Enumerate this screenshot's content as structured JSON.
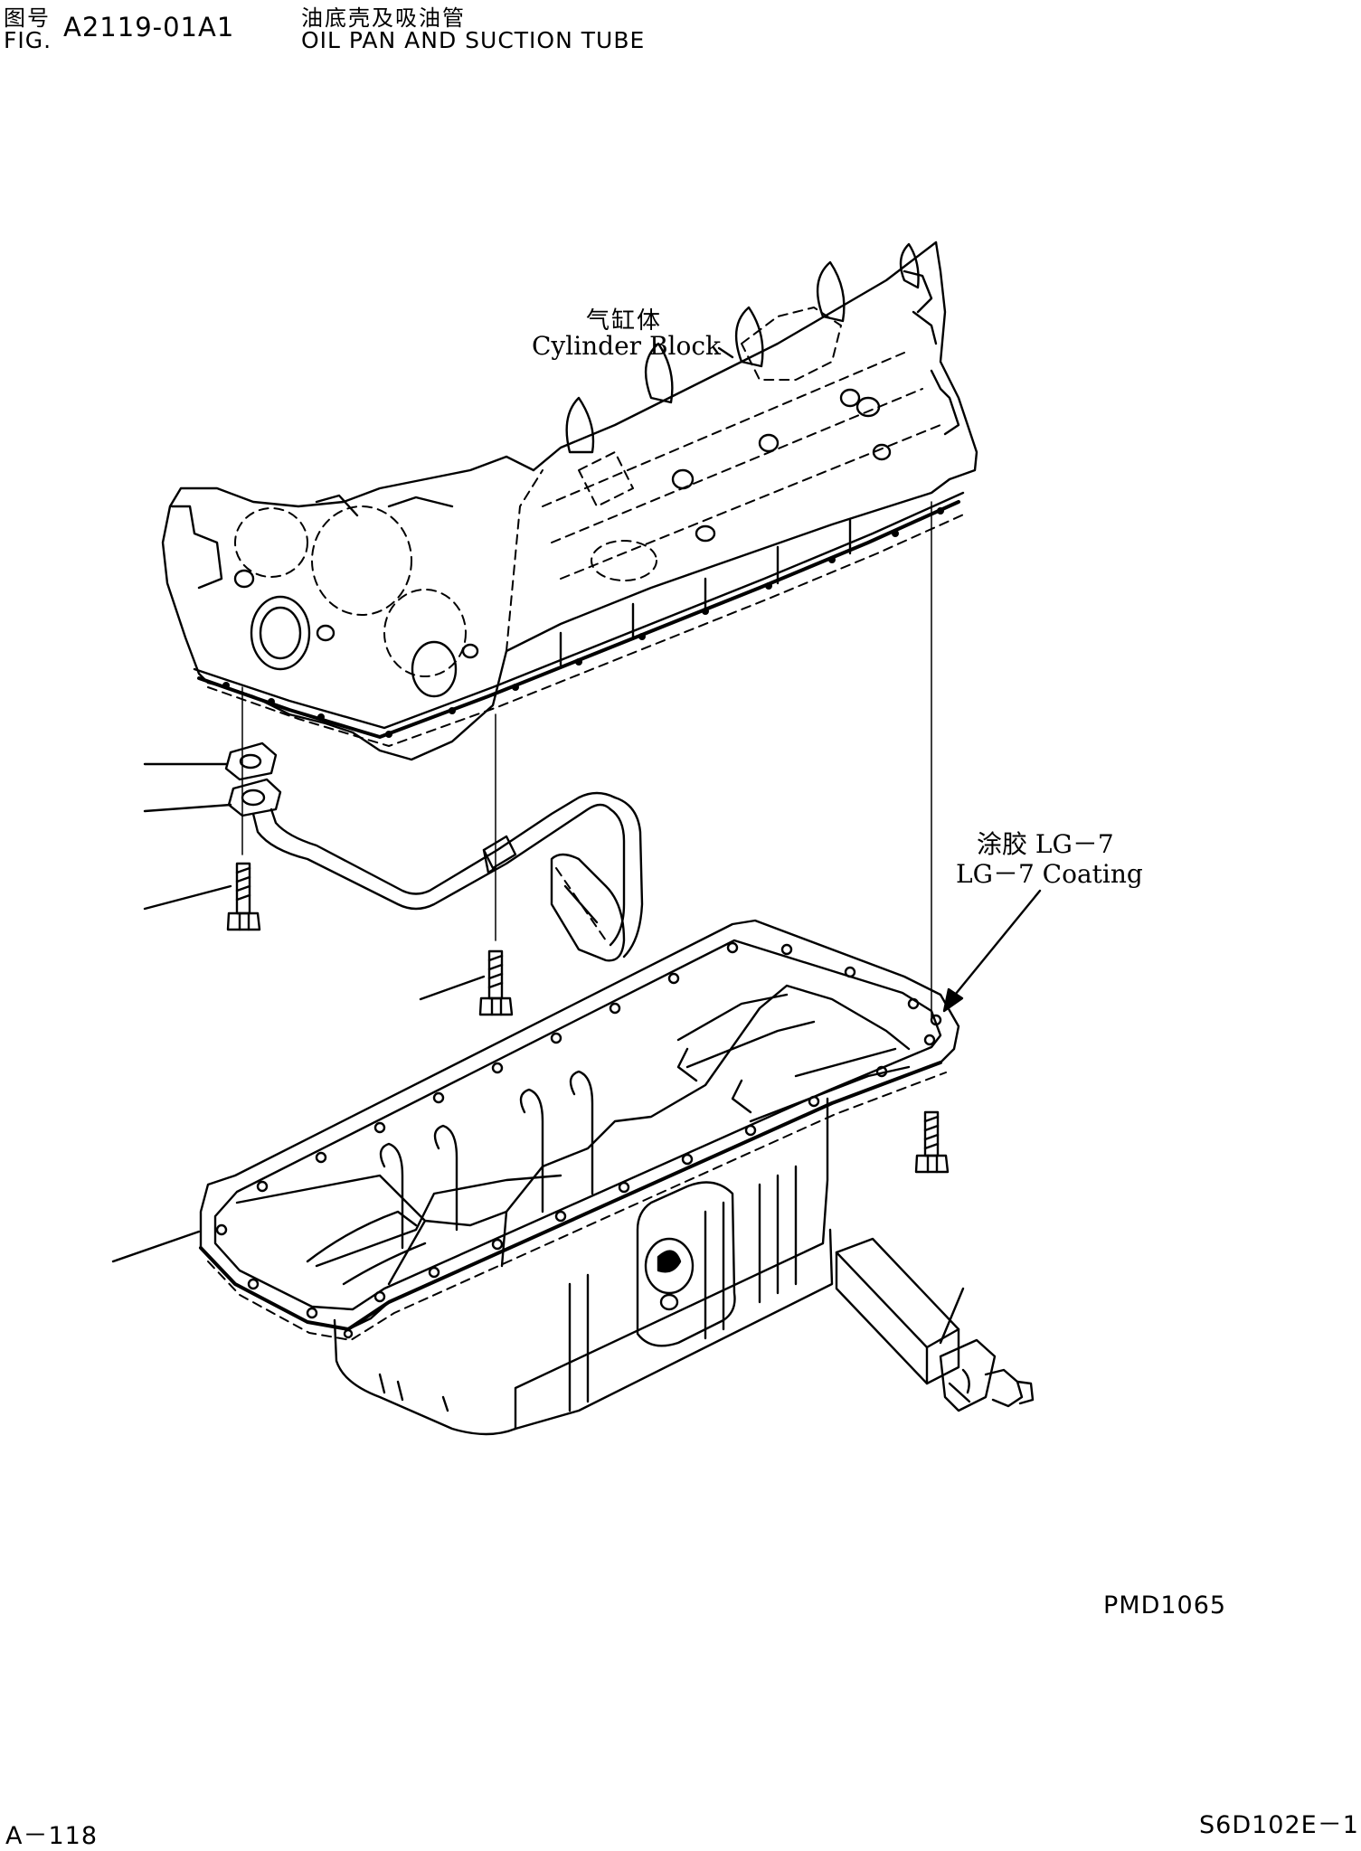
{
  "header": {
    "fig_label_zh": "图号",
    "fig_label_en": "FIG.",
    "fig_number": "A2119-01A1",
    "title_zh": "油底壳及吸油管",
    "title_en": "OIL PAN AND SUCTION TUBE"
  },
  "labels": {
    "cylinder_block_zh": "气缸体",
    "cylinder_block_en": "Cylinder Block",
    "coating_zh": "涂胶 LG－7",
    "coating_en": "LG－7 Coating"
  },
  "footer": {
    "drawing_code": "PMD1065",
    "page_number": "A－118",
    "model": "S6D102E－1"
  }
}
